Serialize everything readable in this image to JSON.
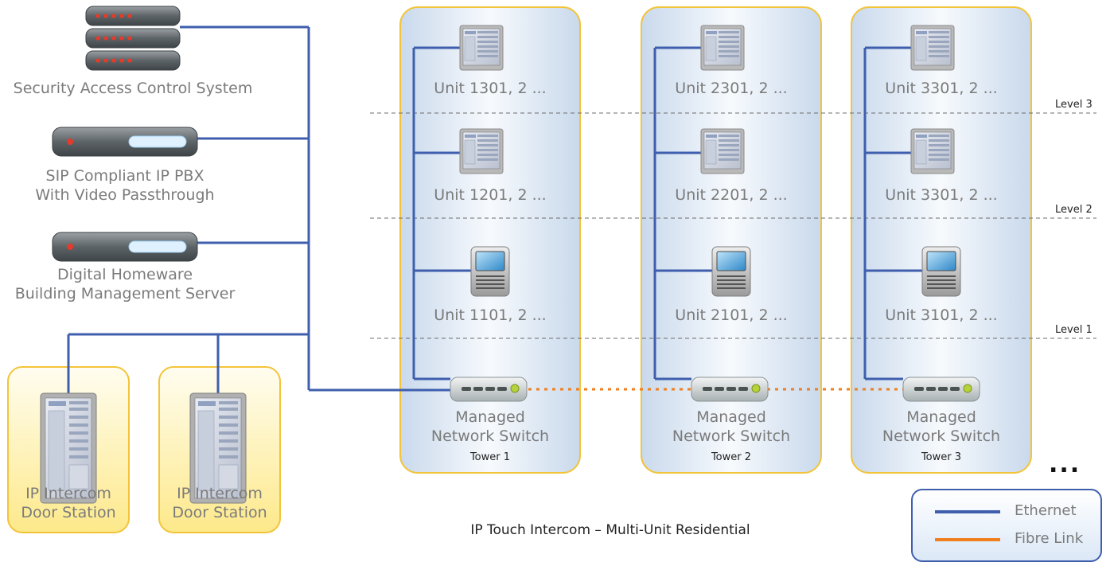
{
  "title": "IP Touch Intercom – Multi-Unit Residential",
  "systems": [
    {
      "label_lines": [
        "Security Access Control System"
      ]
    },
    {
      "label_lines": [
        "SIP Compliant IP PBX",
        "With Video Passthrough"
      ]
    },
    {
      "label_lines": [
        "Digital Homeware",
        "Building Management Server"
      ]
    }
  ],
  "door_stations": [
    {
      "label_lines": [
        "IP Intercom",
        "Door Station"
      ]
    },
    {
      "label_lines": [
        "IP Intercom",
        "Door Station"
      ]
    }
  ],
  "towers": [
    {
      "name": "Tower 1",
      "switch_lines": [
        "Managed",
        "Network Switch"
      ],
      "units": [
        "Unit 1301, 2 ...",
        "Unit 1201, 2 ...",
        "Unit 1101, 2 ..."
      ]
    },
    {
      "name": "Tower 2",
      "switch_lines": [
        "Managed",
        "Network Switch"
      ],
      "units": [
        "Unit 2301, 2 ...",
        "Unit 2201, 2 ...",
        "Unit 2101, 2 ..."
      ]
    },
    {
      "name": "Tower 3",
      "switch_lines": [
        "Managed",
        "Network Switch"
      ],
      "units": [
        "Unit 3301, 2 ...",
        "Unit 3301, 2 ...",
        "Unit 3101, 2 ..."
      ]
    }
  ],
  "levels": [
    "Level 3",
    "Level 2",
    "Level 1"
  ],
  "ellipsis": "...",
  "legend": [
    {
      "label": "Ethernet",
      "color": "#3f5fae"
    },
    {
      "label": "Fibre Link",
      "color": "#f07f1e"
    }
  ],
  "colors": {
    "ethernet": "#3f5fae",
    "fibre": "#f07f1e",
    "tower_border": "#f3c43a",
    "door_fill": "#fff6c8"
  }
}
